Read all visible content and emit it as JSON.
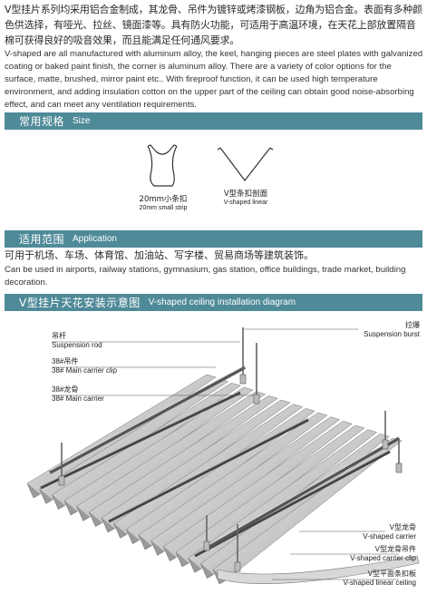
{
  "intro": {
    "cn": "V型挂片系列均采用铝合金制成，其龙骨、吊件为镀锌或烤漆钢板，边角为铝合金。表面有多种颜色供选择，有哑光、拉丝、镜面漆等。具有防火功能，可适用于高温环境，在天花上部放置隔音棉可获得良好的吸音效果，而且能满足任何通风要求。",
    "en": "V-shaped are all manufactured with aluminum alloy, the keel, hanging pieces are steel plates with galvanized coating or baked paint finish, the corner is aluminum alloy. There are a variety of color options for the surface, matte, brushed, mirror paint etc.. With fireproof function, it can be used high temperature environment, and adding insulation cotton  on the upper part of the ceiling can obtain good noise-absorbing effect, and can meet any ventilation requirements."
  },
  "sections": {
    "size": {
      "cn": "常用规格",
      "en": "Size"
    },
    "application": {
      "cn": "适用范围",
      "en": "Application"
    },
    "diagram": {
      "cn": "V型挂片天花安装示意图",
      "en": "V-shaped ceiling installation diagram"
    }
  },
  "size_figures": {
    "strip": {
      "cn": "20mm小条扣",
      "en": "20mm small strip"
    },
    "v_linear": {
      "cn": "V型条扣剖面",
      "en": "V-shaped linear"
    }
  },
  "application": {
    "cn": "可用于机场、车场、体育馆、加油站、写字楼、贸易商场等建筑装饰。",
    "en": "Can be used in airports, railway stations, gymnasium, gas station, office buildings, trade market, building decoration."
  },
  "diagram_labels": {
    "suspension_rod": {
      "cn": "吊杆",
      "en": "Suspension rod"
    },
    "main_carrier_clip": {
      "cn": "38#吊件",
      "en": "38# Main carrier clip"
    },
    "main_carrier": {
      "cn": "38#龙骨",
      "en": "38# Main carrier"
    },
    "suspension_burst": {
      "cn": "拉爆",
      "en": "Suspension burst"
    },
    "v_carrier": {
      "cn": "V型龙骨",
      "en": "V-shaped carrier"
    },
    "v_carrier_clip": {
      "cn": "V型龙骨吊件",
      "en": "V-shaped carrier clip"
    },
    "v_linear_ceiling": {
      "cn": "V型平面条扣板",
      "en": "V-shaped linear ceiling"
    }
  },
  "colors": {
    "band": "#4f8a98",
    "text": "#2a2a2a"
  }
}
